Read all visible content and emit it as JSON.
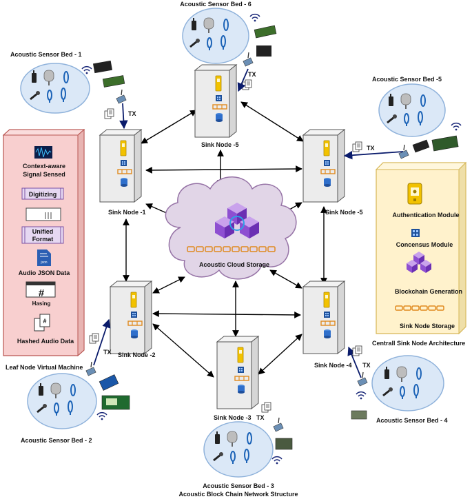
{
  "colors": {
    "bed_fill": "#dbe8f7",
    "bed_stroke": "#8fb2db",
    "left_panel_fill": "#f8cfcf",
    "left_panel_stroke": "#b85450",
    "right_panel_fill": "#fff2cc",
    "right_panel_stroke": "#d6b656",
    "cloud_fill": "#e1d5e7",
    "cloud_stroke": "#9673a6",
    "arrow": "#000000",
    "tx_arrow": "#0a1b6b",
    "chain": "#e08a1e",
    "blue_icon": "#1c63b7"
  },
  "sensor_beds": {
    "bed1": "Acoustic Sensor Bed - 1",
    "bed2": "Acoustic Sensor Bed - 2",
    "bed3": "Acoustic Sensor Bed - 3",
    "bed4": "Acoustic Sensor Bed - 4",
    "bed5": "Acoustic Sensor Bed -5",
    "bed6": "Acoustic Sensor Bed - 6"
  },
  "sink_nodes": {
    "top": "Sink Node -5",
    "left": "Sink Node -1",
    "right": "Sink Node -5",
    "bottom_left": "Sink Node -2",
    "bottom_right": "Sink Node -4",
    "bottom": "Sink Node -3"
  },
  "tx_label": "TX",
  "cloud_label": "Acoustic Cloud Storage",
  "left_panel": {
    "signal": "Context-aware Signal Sensed",
    "digitizing": "Digitizing",
    "unified": "Unified Format",
    "json": "Audio JSON Data",
    "json_icon": "json",
    "hashing": "Hasing",
    "hash_icon": "#",
    "hashed": "Hashed  Audio Data",
    "caption": "Leaf Node Virtual Machine"
  },
  "right_panel": {
    "auth": "Authentication Module",
    "consensus": "Concensus Module",
    "blockchain": "Blockchain Generation",
    "storage": "Sink Node Storage",
    "caption": "Centrall Sink Node Architecture"
  },
  "caption": "Acoustic  Block Chain Network Structure"
}
